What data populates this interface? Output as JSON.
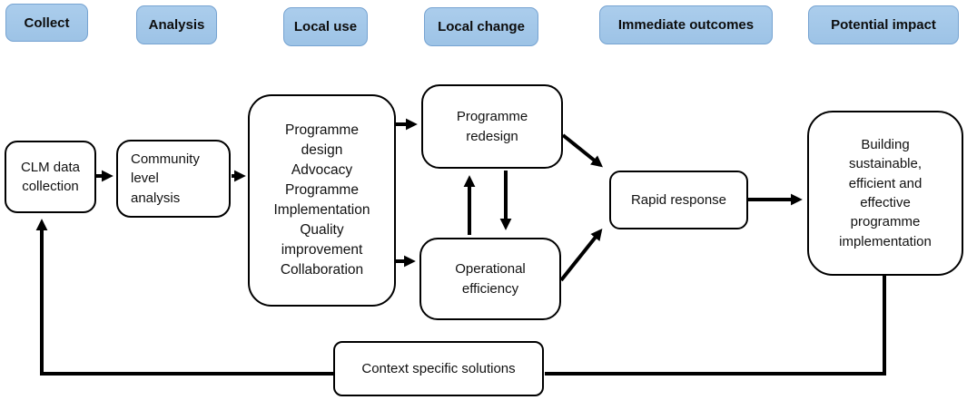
{
  "stages": [
    {
      "label": "Collect"
    },
    {
      "label": "Analysis"
    },
    {
      "label": "Local use"
    },
    {
      "label": "Local change"
    },
    {
      "label": "Immediate outcomes"
    },
    {
      "label": "Potential impact"
    }
  ],
  "nodes": {
    "clm": {
      "label": "CLM data\ncollection"
    },
    "community": {
      "label": "Community\nlevel\nanalysis"
    },
    "programme_use": {
      "label": "Programme\ndesign\nAdvocacy\nProgramme\nImplementation\nQuality\nimprovement\nCollaboration"
    },
    "redesign": {
      "label": "Programme\nredesign"
    },
    "efficiency": {
      "label": "Operational\nefficiency"
    },
    "rapid": {
      "label": "Rapid response"
    },
    "building": {
      "label": "Building\nsustainable,\nefficient and\neffective\nprogramme\nimplementation"
    },
    "context": {
      "label": "Context specific solutions"
    }
  },
  "colors": {
    "stage_fill": "#9DC3E6",
    "stage_fill_top": "#ABCDEC",
    "stage_border": "#76A3D1",
    "node_border": "#000000",
    "arrow": "#000000"
  }
}
